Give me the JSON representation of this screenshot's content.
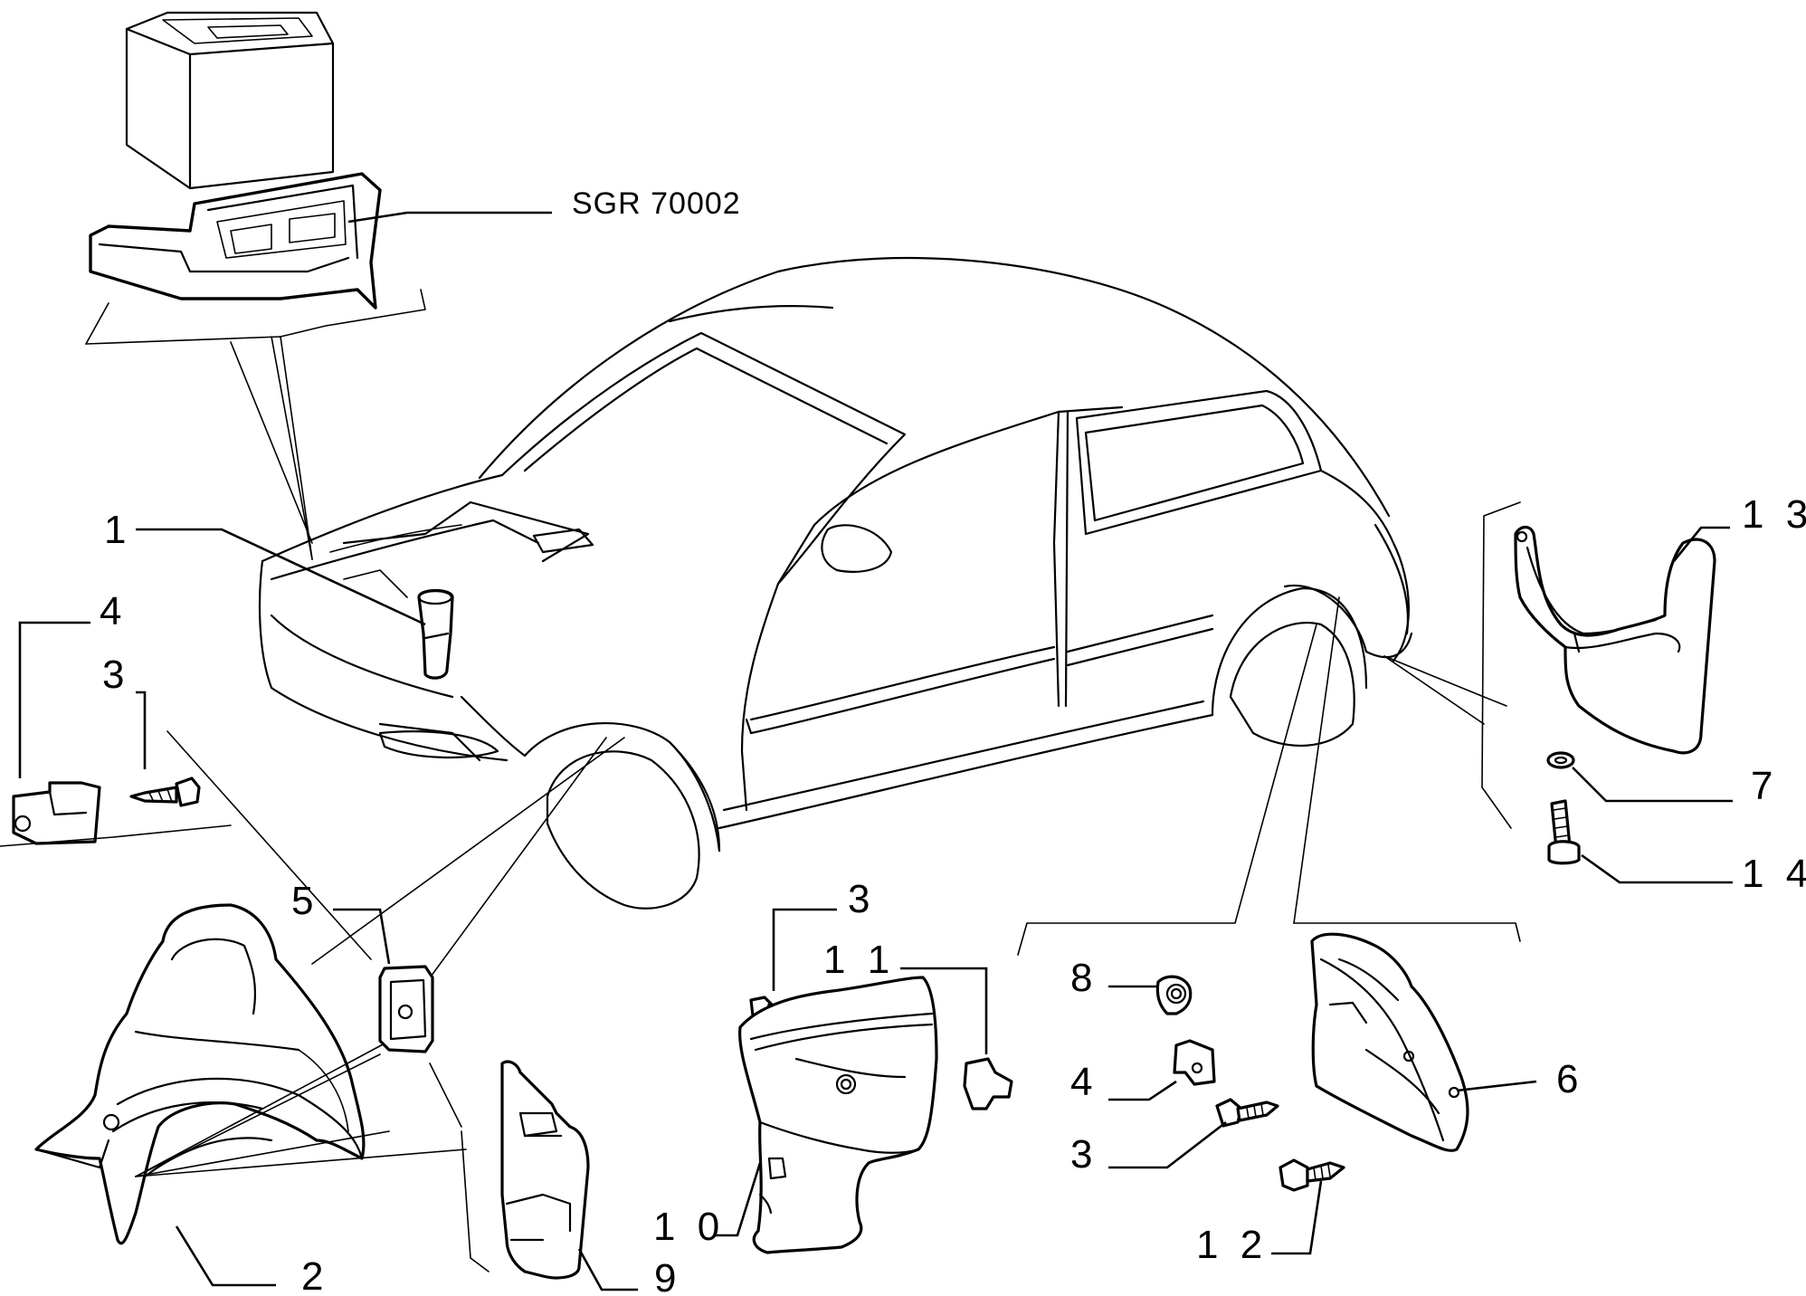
{
  "reference_code": "SGR 70002",
  "callouts": {
    "c1": "1",
    "c2": "2",
    "c3a": "3",
    "c3b": "3",
    "c3c": "3",
    "c4a": "4",
    "c4b": "4",
    "c5": "5",
    "c6": "6",
    "c7": "7",
    "c8": "8",
    "c9": "9",
    "c10": "1 0",
    "c11": "1 1",
    "c12": "1 2",
    "c13": "1 3",
    "c14": "1 4"
  }
}
